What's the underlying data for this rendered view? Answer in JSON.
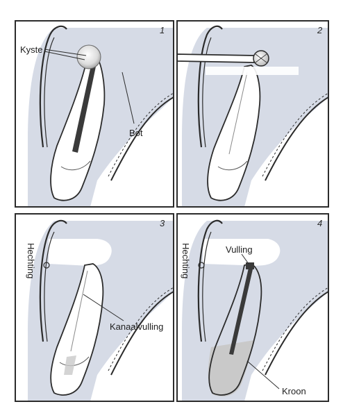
{
  "panels": [
    {
      "number": "1",
      "labels": {
        "kyste": "Kyste",
        "bot": "Bot"
      }
    },
    {
      "number": "2"
    },
    {
      "number": "3",
      "labels": {
        "hechting": "Hechting",
        "kanaalvulling": "Kanaalvulling"
      }
    },
    {
      "number": "4",
      "labels": {
        "hechting": "Hechting",
        "vulling": "Vulling",
        "kroon": "Kroon"
      }
    }
  ],
  "colors": {
    "bone": "#d6dbe6",
    "frame": "#2b2b2b",
    "crown": "#c9c9c9",
    "canal": "#3a3a3a"
  }
}
